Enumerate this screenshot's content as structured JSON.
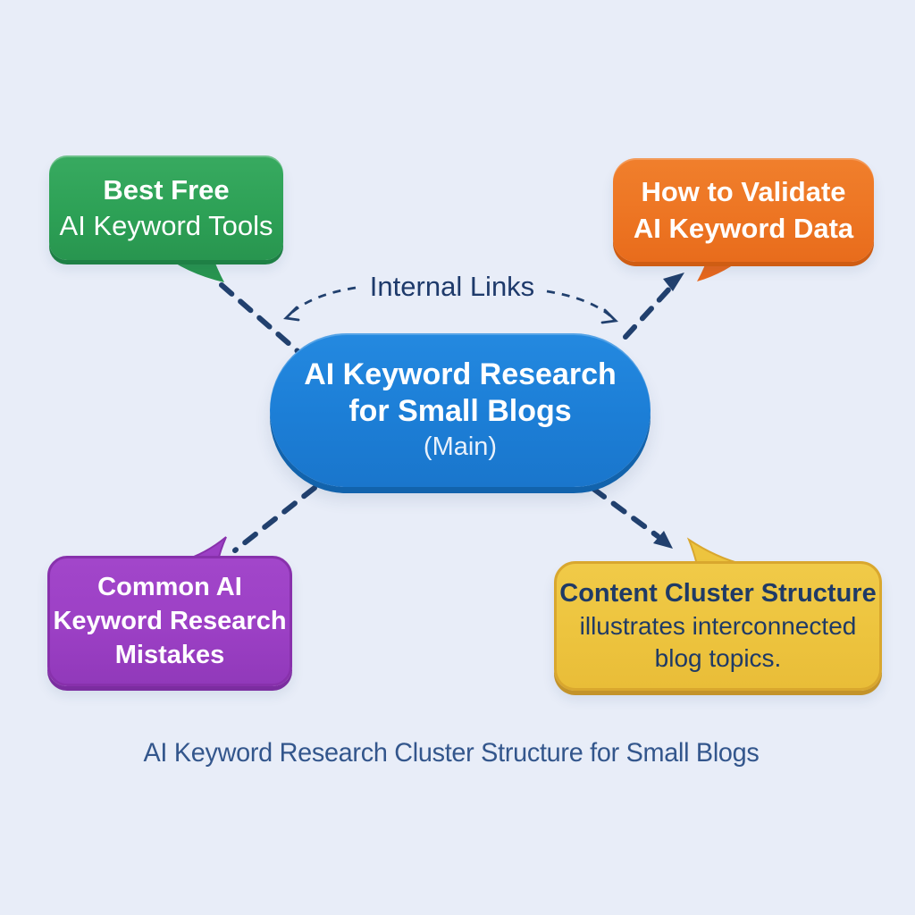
{
  "diagram": {
    "type": "cluster-mind-map",
    "caption": "AI Keyword Research Cluster Structure for Small Blogs",
    "connector_label": "Internal Links"
  },
  "center": {
    "lines": [
      "AI Keyword Research",
      "for Small Blogs",
      "(Main)"
    ],
    "color": "#1c7ed6"
  },
  "nodes": {
    "green": {
      "lines": [
        "Best Free",
        "AI Keyword Tools"
      ],
      "color": "#2da156",
      "position": "top-left"
    },
    "orange": {
      "lines": [
        "How to Validate",
        "AI Keyword Data"
      ],
      "color": "#ed7523",
      "position": "top-right"
    },
    "purple": {
      "lines": [
        "Common AI",
        "Keyword Research",
        "Mistakes"
      ],
      "color": "#9c40c5",
      "position": "bottom-left"
    },
    "yellow": {
      "lines": [
        "Content Cluster Structure",
        "illustrates interconnected",
        "blog topics."
      ],
      "color": "#edc43e",
      "position": "bottom-right"
    }
  },
  "styles": {
    "background": "#e8edf8",
    "connector_color": "#21406e",
    "caption_color": "#33568c",
    "label_color": "#1e3a6b",
    "text_on_dark": "#ffffff",
    "text_on_yellow": "#1f3a66"
  }
}
